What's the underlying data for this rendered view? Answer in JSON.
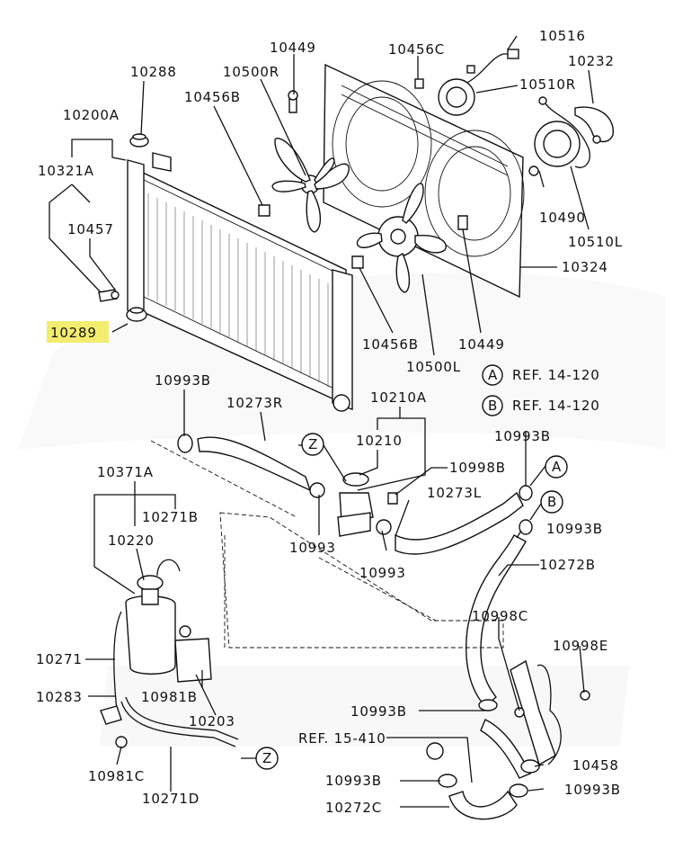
{
  "labels": {
    "p10516": "10516",
    "p10449_top": "10449",
    "p10456C": "10456C",
    "p10232": "10232",
    "p10288": "10288",
    "p10500R": "10500R",
    "p10510R": "10510R",
    "p10456B_top": "10456B",
    "p10200A": "10200A",
    "p10321A": "10321A",
    "p10457": "10457",
    "p10490": "10490",
    "p10510L": "10510L",
    "p10324": "10324",
    "p10289": "10289",
    "p10456B_bot": "10456B",
    "p10449_bot": "10449",
    "p10500L": "10500L",
    "p10993B_1": "10993B",
    "p10273R": "10273R",
    "p10210A": "10210A",
    "p10993B_2": "10993B",
    "p10210": "10210",
    "p10998B": "10998B",
    "p10371A": "10371A",
    "p10273L": "10273L",
    "p10271B": "10271B",
    "p10993_1": "10993",
    "p10993B_3": "10993B",
    "p10220": "10220",
    "p10993_2": "10993",
    "p10272B": "10272B",
    "p10998C": "10998C",
    "p10998E": "10998E",
    "p10271": "10271",
    "p10981B": "10981B",
    "p10283": "10283",
    "p10203": "10203",
    "p10993B_4": "10993B",
    "p10981C": "10981C",
    "p10458": "10458",
    "p10993B_5": "10993B",
    "p10271D": "10271D",
    "p10993B_6": "10993B",
    "p10272C": "10272C"
  },
  "refs": [
    {
      "letter": "A",
      "text": "REF. 14-120"
    },
    {
      "letter": "B",
      "text": "REF. 14-120"
    }
  ],
  "ref_bottom": "REF. 15-410",
  "markers": {
    "z1": "Z",
    "z2": "Z",
    "a": "A",
    "b": "B"
  },
  "highlight_part": "10289",
  "highlight_color": "#f4ec6e"
}
